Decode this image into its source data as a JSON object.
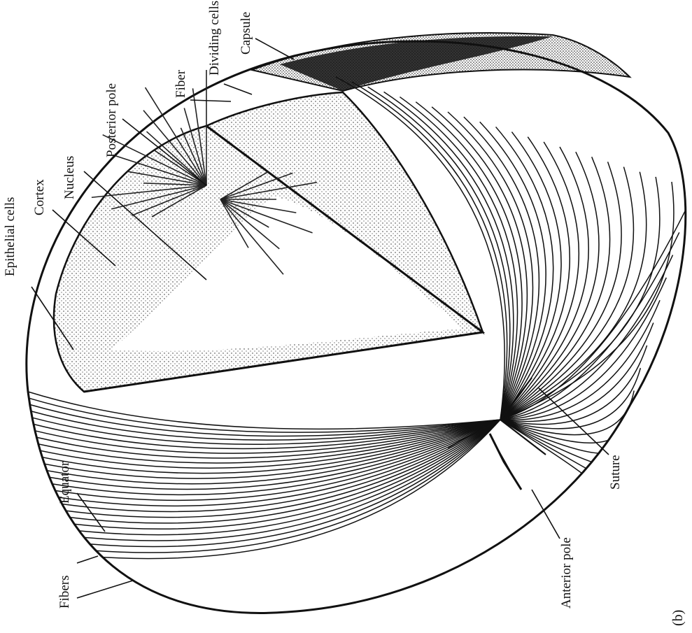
{
  "labels": {
    "capsule": "Capsule",
    "dividing_cells": "Dividing cells",
    "fiber": "Fiber",
    "posterior_pole": "Posterior pole",
    "nucleus": "Nucleus",
    "cortex": "Cortex",
    "epithelial_cells": "Epithelial cells",
    "equator": "Equator",
    "fibers": "Fibers",
    "anterior_pole": "Anterior pole",
    "suture": "Suture",
    "panel": "(b)"
  }
}
